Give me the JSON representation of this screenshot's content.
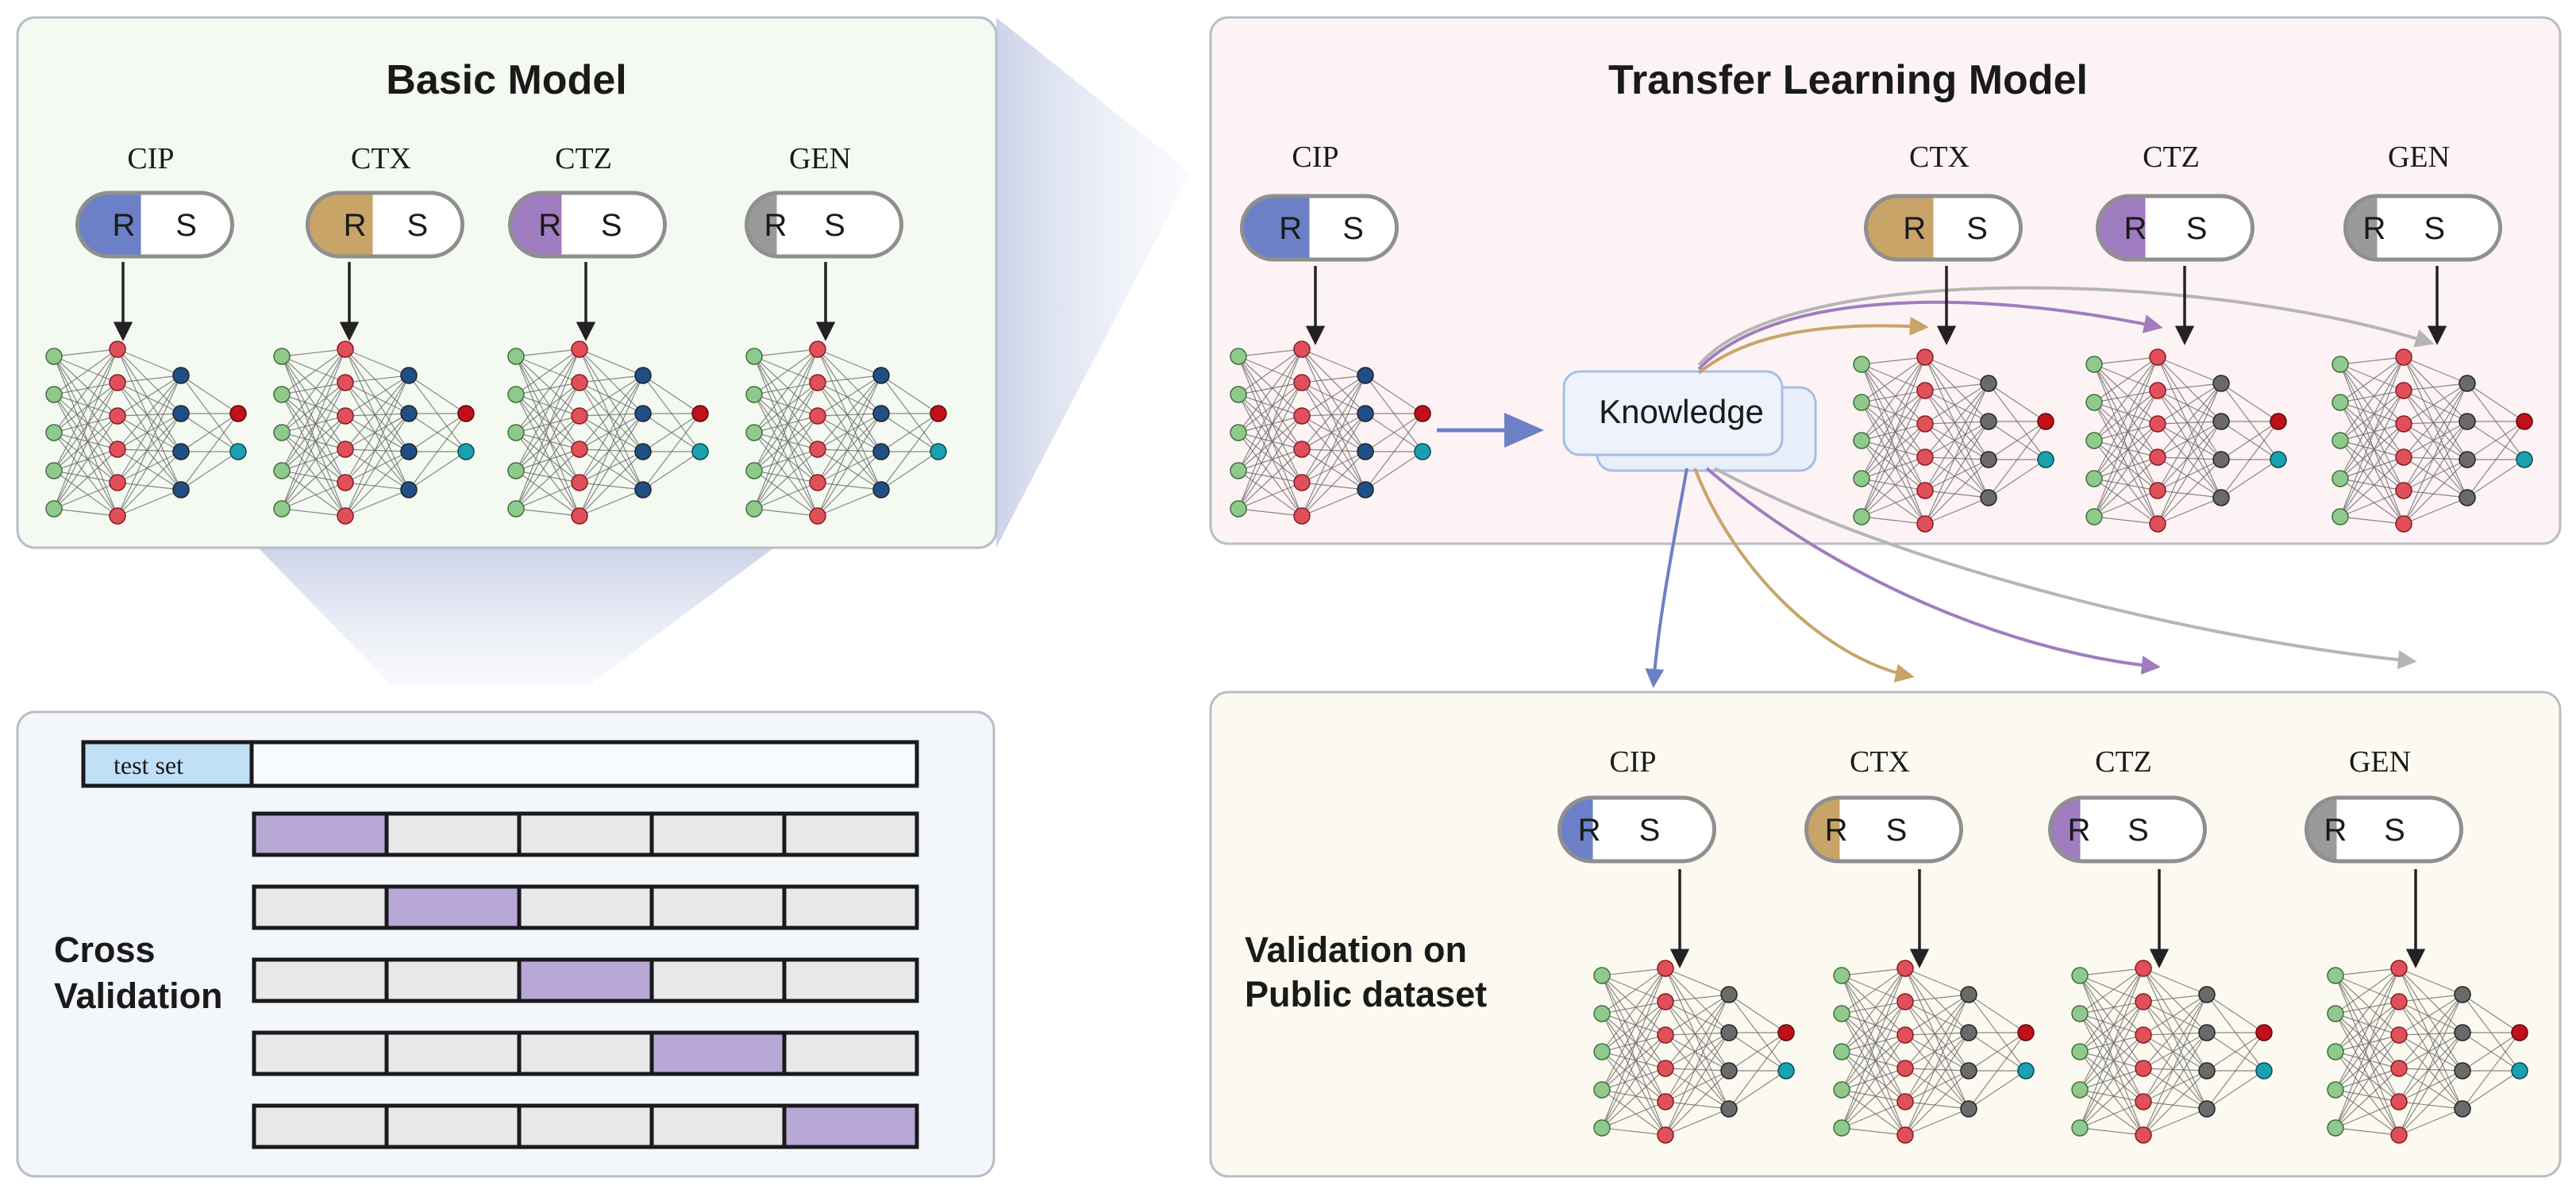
{
  "panels": {
    "basic": {
      "title": "Basic Model"
    },
    "transfer": {
      "title": "Transfer Learning Model"
    },
    "validation": {
      "title_line1": "Validation on",
      "title_line2": "Public dataset"
    },
    "cross": {
      "title_line1": "Cross",
      "title_line2": "Validation",
      "test_set_label": "test set"
    }
  },
  "knowledge_label": "Knowledge",
  "resistant_label": "R",
  "susceptible_label": "S",
  "drugs": [
    {
      "name": "CIP",
      "color": "#6b80c6"
    },
    {
      "name": "CTX",
      "color": "#c8a468"
    },
    {
      "name": "CTZ",
      "color": "#a07cc0"
    },
    {
      "name": "GEN",
      "color": "#9a9a9a"
    }
  ],
  "colors": {
    "basic_bg": "#f4f9f1",
    "transfer_bg": "#fdf3f4",
    "validation_bg": "#fcfaf0",
    "cross_bg": "#f3f7fb",
    "fold_highlight": "#b7a8d6",
    "fold_default": "#e8e8e8",
    "test_set_fill": "#bfe0f7",
    "node_input": "#8fca8c",
    "node_hidden_red": "#e0505a",
    "node_hidden_blue": "#1f4f86",
    "node_hidden_gray": "#6a6a6a",
    "node_out_red": "#c0101a",
    "node_out_teal": "#1aa0b0"
  }
}
